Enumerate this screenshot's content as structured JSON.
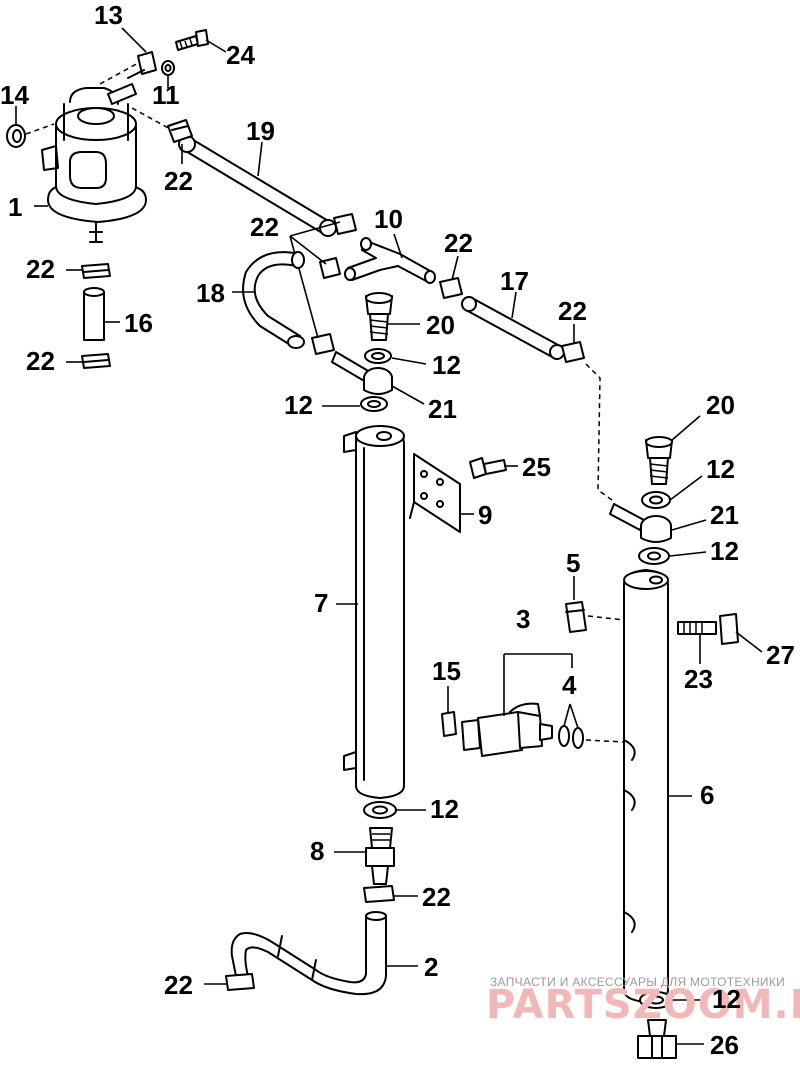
{
  "labels": {
    "l1": "1",
    "l2": "2",
    "l3": "3",
    "l4": "4",
    "l5": "5",
    "l6": "6",
    "l7": "7",
    "l8": "8",
    "l9": "9",
    "l10": "10",
    "l11": "11",
    "l12": "12",
    "l13": "13",
    "l14": "14",
    "l15": "15",
    "l16": "16",
    "l17": "17",
    "l18": "18",
    "l19": "19",
    "l20": "20",
    "l21": "21",
    "l22": "22",
    "l23": "23",
    "l24": "24",
    "l25": "25",
    "l26": "26",
    "l27": "27"
  },
  "watermark": {
    "tagline": "ЗАПЧАСТИ И АКСЕССУАРЫ ДЛЯ МОТОТЕХНИКИ",
    "brand": "PARTSZOOM.RU"
  }
}
